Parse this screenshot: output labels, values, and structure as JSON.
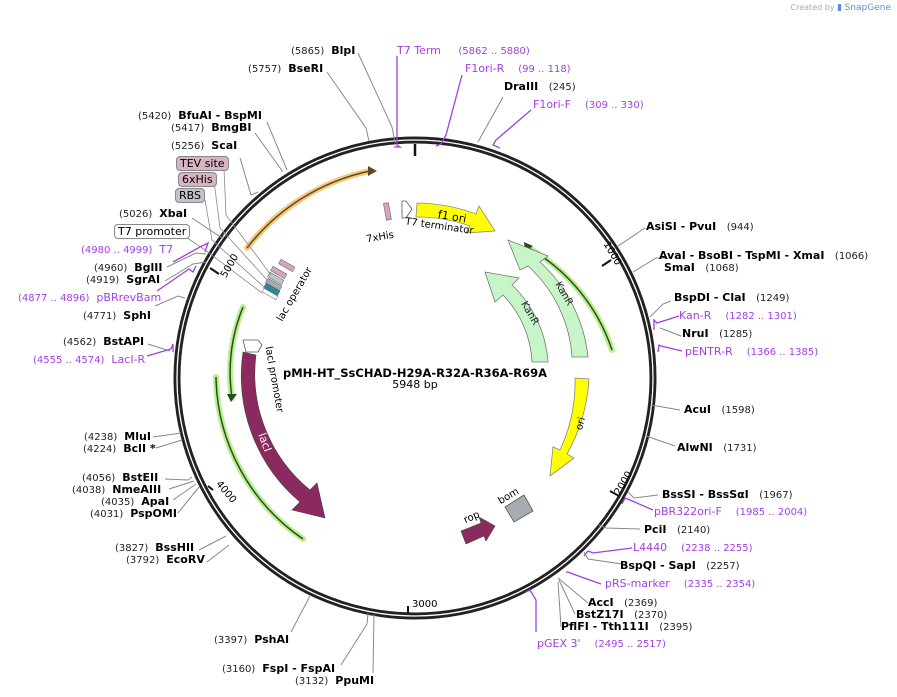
{
  "credit": {
    "prefix": "Created by",
    "brand": "SnapGene"
  },
  "plasmid": {
    "name": "pMH-HT_SsCHAD-H29A-R32A-R36A-R69A",
    "length": "5948 bp"
  },
  "ticks": [
    "1000",
    "2000",
    "3000",
    "4000",
    "5000"
  ],
  "enzymes": [
    {
      "pos": "(5865)",
      "name": "BlpI"
    },
    {
      "pos": "(5757)",
      "name": "BseRI"
    },
    {
      "pos": "(5420)",
      "name": "BfuAI   - BspMI"
    },
    {
      "pos": "(5417)",
      "name": "BmgBI"
    },
    {
      "pos": "(5256)",
      "name": "ScaI"
    },
    {
      "pos": "(5026)",
      "name": "XbaI"
    },
    {
      "pos": "(4960)",
      "name": "BglII"
    },
    {
      "pos": "(4919)",
      "name": "SgrAI"
    },
    {
      "pos": "(4771)",
      "name": "SphI"
    },
    {
      "pos": "(4562)",
      "name": "BstAPI"
    },
    {
      "pos": "(4238)",
      "name": "MluI"
    },
    {
      "pos": "(4224)",
      "name": "BclI *"
    },
    {
      "pos": "(4056)",
      "name": "BstEII"
    },
    {
      "pos": "(4038)",
      "name": "NmeAIII"
    },
    {
      "pos": "(4035)",
      "name": "ApaI"
    },
    {
      "pos": "(4031)",
      "name": "PspOMI"
    },
    {
      "pos": "(3827)",
      "name": "BssHII"
    },
    {
      "pos": "(3792)",
      "name": "EcoRV"
    },
    {
      "pos": "(3397)",
      "name": "PshAI"
    },
    {
      "pos": "(3160)",
      "name": "FspI   - FspAI"
    },
    {
      "pos": "(3132)",
      "name": "PpuMI"
    },
    {
      "pos": "(245)",
      "name": "DraIII"
    },
    {
      "pos": "(944)",
      "name": "AsiSI   - PvuI"
    },
    {
      "pos": "(1066)",
      "name": "AvaI   - BsoBI   - TspMI   - XmaI"
    },
    {
      "pos": "(1068)",
      "name": "SmaI"
    },
    {
      "pos": "(1249)",
      "name": "BspDI   - ClaI"
    },
    {
      "pos": "(1285)",
      "name": "NruI"
    },
    {
      "pos": "(1598)",
      "name": "AcuI"
    },
    {
      "pos": "(1731)",
      "name": "AlwNI"
    },
    {
      "pos": "(1967)",
      "name": "BssSI   - BssSαI"
    },
    {
      "pos": "(2140)",
      "name": "PciI"
    },
    {
      "pos": "(2257)",
      "name": "BspQI   - SapI"
    },
    {
      "pos": "(2369)",
      "name": "AccI"
    },
    {
      "pos": "(2370)",
      "name": "BstZ17I"
    },
    {
      "pos": "(2395)",
      "name": "PflFI   - Tth111I"
    }
  ],
  "primers": [
    {
      "name": "T7 Term",
      "range": "(5862 .. 5880)"
    },
    {
      "name": "F1ori-R",
      "range": "(99 .. 118)"
    },
    {
      "name": "F1ori-F",
      "range": "(309 .. 330)"
    },
    {
      "name": "T7",
      "range": "(4980 .. 4999)"
    },
    {
      "name": "pBRrevBam",
      "range": "(4877 .. 4896)"
    },
    {
      "name": "LacI-R",
      "range": "(4555 .. 4574)"
    },
    {
      "name": "Kan-R",
      "range": "(1282 .. 1301)"
    },
    {
      "name": "pENTR-R",
      "range": "(1366 .. 1385)"
    },
    {
      "name": "pBR322ori-F",
      "range": "(1985 .. 2004)"
    },
    {
      "name": "L4440",
      "range": "(2238 .. 2255)"
    },
    {
      "name": "pRS-marker",
      "range": "(2335 .. 2354)"
    },
    {
      "name": "pGEX 3'",
      "range": "(2495 .. 2517)"
    }
  ],
  "feature_tags": [
    {
      "name": "TEV site",
      "color": "#d9b3c4"
    },
    {
      "name": "6xHis",
      "color": "#d9b3c4"
    },
    {
      "name": "RBS",
      "color": "#c0c4c8"
    },
    {
      "name": "T7 promoter",
      "color": "#ffffff"
    }
  ],
  "features": {
    "f1_ori": "f1 ori",
    "kanr_1": "KanR",
    "kanr_2": "KanR",
    "ori": "ori",
    "laci": "lacI",
    "laci_promoter": "lacI promoter",
    "lac_operator": "lac operator",
    "his7": "7xHis",
    "t7_terminator": "T7 terminator",
    "rop": "rop",
    "bom": "bom"
  },
  "colors": {
    "backbone": "#222222",
    "primer": "#a23fdf",
    "f1_ori": "#ffff00",
    "kanr": "#c8f5c8",
    "laci": "#8b2a5e",
    "orf_glow_green": "#b7f08c",
    "orf_glow_orange": "#f7c87a",
    "bom": "#a6acb2"
  }
}
